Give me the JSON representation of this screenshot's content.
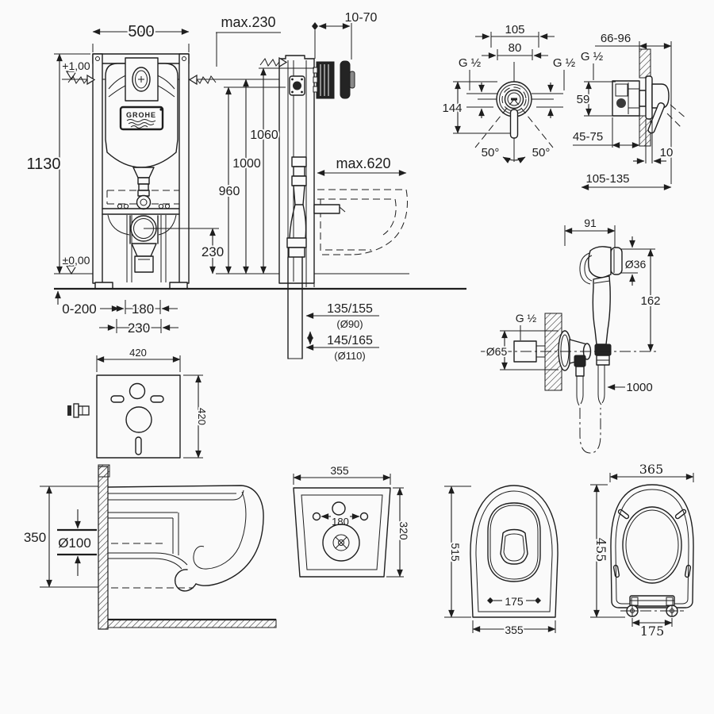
{
  "colors": {
    "background": "#fafafa",
    "line": "#1e1e1e"
  },
  "views": {
    "frame_front": {
      "width": "500",
      "height": "1130",
      "level_top": "+1,00",
      "level_floor": "±0,00",
      "floor_range": "0-200",
      "spacing_180": "180",
      "spacing_230": "230",
      "trap_height": "230",
      "brand": "GROHE"
    },
    "frame_side": {
      "top_extension": "max.230",
      "wall_range": "10-70",
      "h_1060": "1060",
      "h_1000": "1000",
      "h_960": "960",
      "depth_max": "max.620",
      "outlet_a": "135/155",
      "outlet_a_pipe": "(Ø90)",
      "outlet_b": "145/165",
      "outlet_b_pipe": "(Ø110)"
    },
    "mixer_front": {
      "width_105": "105",
      "width_80": "80",
      "thread_left": "G ½",
      "thread_right": "G ½",
      "height_144": "144",
      "angle_left": "50°",
      "angle_right": "50°"
    },
    "mixer_side": {
      "range_66_96": "66-96",
      "thread": "G ½",
      "offset_59": "59",
      "rough_in": "45-75",
      "trim_10": "10",
      "total_depth": "105-135"
    },
    "hand_shower": {
      "offset_91": "91",
      "head_diameter": "Ø36",
      "height_162": "162",
      "thread": "G ½",
      "rosette_diameter": "Ø65",
      "hose_length": "1000"
    },
    "sound_pad": {
      "width": "420",
      "height": "420"
    },
    "bowl_section": {
      "height_350": "350",
      "drain_diameter": "Ø100"
    },
    "bowl_rear": {
      "width_355": "355",
      "holes_180": "180",
      "height_320": "320"
    },
    "bowl_top": {
      "depth_515": "515",
      "holes_175": "175",
      "width_355": "355"
    },
    "seat": {
      "width_365": "365",
      "depth_455": "455",
      "hinges_175": "175"
    }
  }
}
